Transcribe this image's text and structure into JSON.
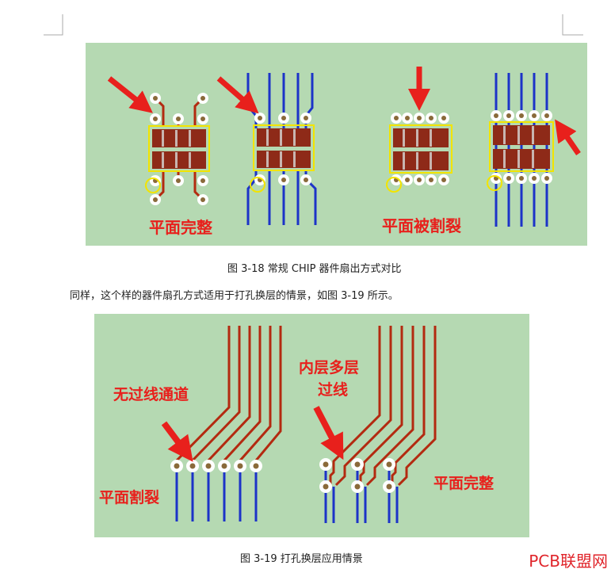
{
  "figure1": {
    "label_left": "平面完整",
    "label_right": "平面被割裂",
    "caption": "图 3-18 常规 CHIP 器件扇出方式对比"
  },
  "paragraph": "同样，这个样的器件扇孔方式适用于打孔换层的情景，如图 3-19 所示。",
  "figure2": {
    "label_no_channel": "无过线通道",
    "label_inner_line1": "内层多层",
    "label_inner_line2": "过线",
    "label_split": "平面割裂",
    "label_complete": "平面完整",
    "caption": "图 3-19 打孔换层应用情景"
  },
  "watermark": "PCB联盟网",
  "colors": {
    "board": "#b5d9b2",
    "trace_red": "#b32a10",
    "trace_blue": "#1c33c8",
    "pad": "#8e2a18",
    "outline": "#f2e400",
    "label": "#e8201c",
    "arrow": "#e8201c"
  }
}
